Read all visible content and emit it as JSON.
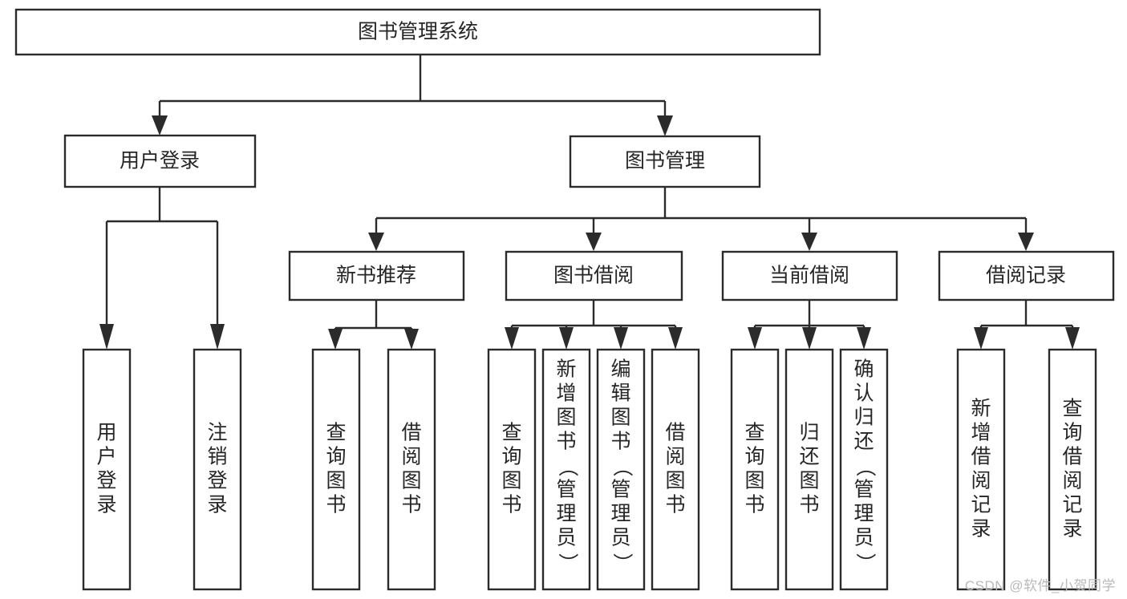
{
  "diagram": {
    "type": "tree",
    "title": "图书管理系统",
    "watermark": "CSDN @软件_小贺同学",
    "colors": {
      "box_stroke": "#2b2b2b",
      "box_fill": "#ffffff",
      "text": "#262626",
      "background": "#ffffff",
      "watermark": "#b9b9b9"
    },
    "levels": {
      "root": {
        "label": "图书管理系统"
      },
      "level2": [
        {
          "label": "用户登录"
        },
        {
          "label": "图书管理"
        }
      ],
      "level3": [
        {
          "label": "新书推荐"
        },
        {
          "label": "图书借阅"
        },
        {
          "label": "当前借阅"
        },
        {
          "label": "借阅记录"
        }
      ],
      "leaves": [
        {
          "label": "用户登录",
          "parent": "用户登录"
        },
        {
          "label": "注销登录",
          "parent": "用户登录"
        },
        {
          "label": "查询图书",
          "parent": "新书推荐"
        },
        {
          "label": "借阅图书",
          "parent": "新书推荐"
        },
        {
          "label": "查询图书",
          "parent": "图书借阅"
        },
        {
          "label": "新增图书（管理员）",
          "parent": "图书借阅"
        },
        {
          "label": "编辑图书（管理员）",
          "parent": "图书借阅"
        },
        {
          "label": "借阅图书",
          "parent": "图书借阅"
        },
        {
          "label": "查询图书",
          "parent": "当前借阅"
        },
        {
          "label": "归还图书",
          "parent": "当前借阅"
        },
        {
          "label": "确认归还（管理员）",
          "parent": "当前借阅"
        },
        {
          "label": "新增借阅记录",
          "parent": "借阅记录"
        },
        {
          "label": "查询借阅记录",
          "parent": "借阅记录"
        }
      ]
    }
  }
}
